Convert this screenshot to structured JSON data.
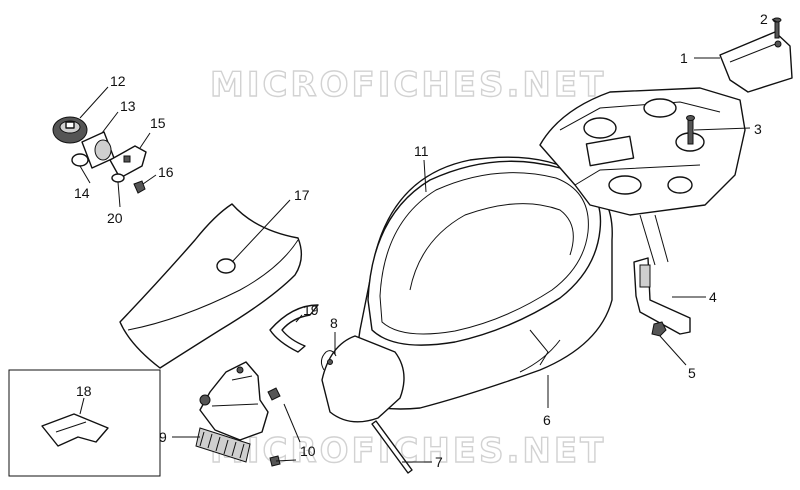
{
  "watermark": {
    "top": "MICROFICHES.NET",
    "bottom": "MICROFICHES.NET"
  },
  "callouts": {
    "c1": "1",
    "c2": "2",
    "c3": "3",
    "c4": "4",
    "c5": "5",
    "c6": "6",
    "c7": "7",
    "c8": "8",
    "c9": "9",
    "c10": "10",
    "c11": "11",
    "c12": "12",
    "c13": "13",
    "c14": "14",
    "c15": "15",
    "c16": "16",
    "c17": "17",
    "c18": "18",
    "c19": "19",
    "c20": "20"
  }
}
